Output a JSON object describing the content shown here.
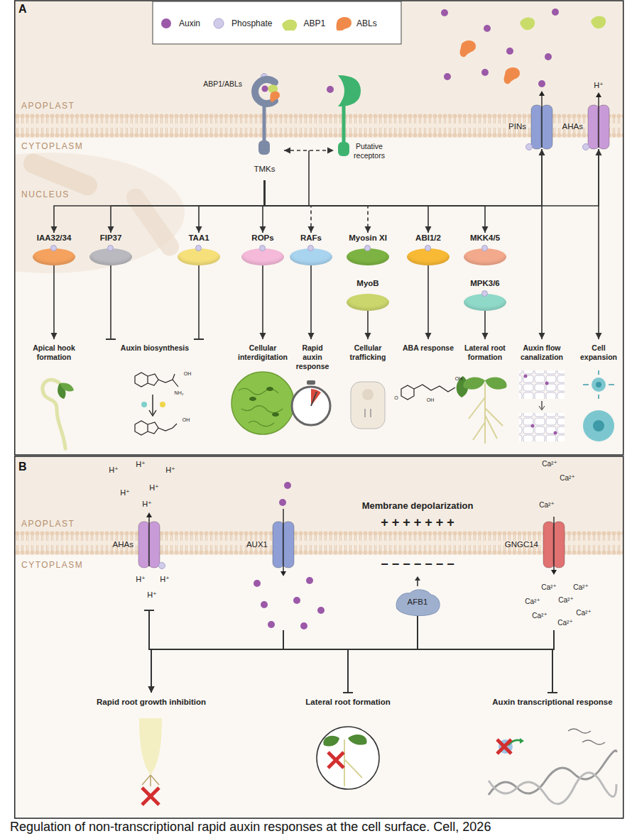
{
  "diagram": {
    "caption": "Regulation of non-transcriptional rapid auxin responses at the cell surface. Cell, 2026",
    "nodes": [
      {
        "text": [
          "TMKs"
        ]
      },
      {
        "text": [
          "Putative receptors"
        ]
      },
      {
        "text": [
          "PINs"
        ]
      },
      {
        "text": [
          "AHAs"
        ]
      },
      {
        "text": [
          "IAA32/34"
        ]
      },
      {
        "text": [
          "FIP37"
        ]
      },
      {
        "text": [
          "TAA1"
        ]
      },
      {
        "text": [
          "ROPs"
        ]
      },
      {
        "text": [
          "RAFs"
        ]
      },
      {
        "text": [
          "Myosin XI"
        ]
      },
      {
        "text": [
          "MyoB"
        ]
      },
      {
        "text": [
          "ABI1/2"
        ]
      },
      {
        "text": [
          "MKK4/5"
        ]
      },
      {
        "text": [
          "MPK3/6"
        ]
      },
      {
        "text": [
          "Apical hook formation"
        ]
      },
      {
        "text": [
          "Auxin biosynthesis"
        ]
      },
      {
        "text": [
          "Cellular interdigitation"
        ]
      },
      {
        "text": [
          "Rapid auxin response"
        ]
      },
      {
        "text": [
          "Cellular trafficking"
        ]
      },
      {
        "text": [
          "ABA response"
        ]
      },
      {
        "text": [
          "Lateral root formation"
        ]
      },
      {
        "text": [
          "Auxin flow canalization"
        ]
      },
      {
        "text": [
          "Cell expansion"
        ]
      },
      {
        "text": [
          "AHAs"
        ]
      },
      {
        "text": [
          "AUX1"
        ]
      },
      {
        "text": [
          "AFB1"
        ]
      },
      {
        "text": [
          "GNGC14"
        ]
      },
      {
        "text": [
          "Rapid root growth inhibition"
        ]
      },
      {
        "text": [
          "Lateral root formation"
        ]
      },
      {
        "text": [
          "Auxin transcriptional response"
        ]
      }
    ],
    "edges": [
      {
        "from": 0,
        "to": 1,
        "arrow": "both"
      },
      {
        "from": 0,
        "to": 4,
        "arrow": "to"
      },
      {
        "from": 0,
        "to": 5,
        "arrow": "to"
      },
      {
        "from": 0,
        "to": 6,
        "arrow": "to"
      },
      {
        "from": 0,
        "to": 7,
        "arrow": "to"
      },
      {
        "from": 0,
        "to": 8,
        "arrow": "to"
      },
      {
        "from": 0,
        "to": 9,
        "arrow": "to"
      },
      {
        "from": 0,
        "to": 11,
        "arrow": "to"
      },
      {
        "from": 0,
        "to": 12,
        "arrow": "to"
      },
      {
        "from": 0,
        "to": 2,
        "arrow": "to"
      },
      {
        "from": 0,
        "to": 3,
        "arrow": "to"
      },
      {
        "from": 4,
        "to": 14,
        "arrow": "to"
      },
      {
        "from": 5,
        "to": 15,
        "arrow": "to"
      },
      {
        "from": 6,
        "to": 15,
        "arrow": "to"
      },
      {
        "from": 7,
        "to": 16,
        "arrow": "to"
      },
      {
        "from": 8,
        "to": 17,
        "arrow": "to"
      },
      {
        "from": 10,
        "to": 18,
        "arrow": "to"
      },
      {
        "from": 11,
        "to": 19,
        "arrow": "to"
      },
      {
        "from": 13,
        "to": 20,
        "arrow": "to"
      },
      {
        "from": 2,
        "to": 21,
        "arrow": "to"
      },
      {
        "from": 3,
        "to": 22,
        "arrow": "to"
      },
      {
        "from": 24,
        "to": 23,
        "arrow": "to"
      },
      {
        "from": 24,
        "to": 27,
        "arrow": "to"
      },
      {
        "from": 24,
        "to": 28,
        "arrow": "to"
      },
      {
        "from": 24,
        "to": 29,
        "arrow": "to"
      },
      {
        "from": 25,
        "to": 23,
        "arrow": "to"
      },
      {
        "from": 25,
        "to": 27,
        "arrow": "to"
      },
      {
        "from": 25,
        "to": 28,
        "arrow": "to"
      },
      {
        "from": 25,
        "to": 29,
        "arrow": "to"
      },
      {
        "from": 26,
        "to": 23,
        "arrow": "to"
      },
      {
        "from": 26,
        "to": 27,
        "arrow": "to"
      },
      {
        "from": 26,
        "to": 28,
        "arrow": "to"
      },
      {
        "from": 26,
        "to": 29,
        "arrow": "to"
      }
    ],
    "labels": [
      "A",
      "APOPLAST",
      "CYTOPLASM",
      "NUCLEUS",
      "ABP1/ABLs",
      "H⁺",
      "B",
      "APOPLAST",
      "CYTOPLASM",
      "H⁺",
      "H⁺",
      "H⁺",
      "H⁺",
      "H⁺",
      "H⁺",
      "H⁺",
      "H⁺",
      "H⁺",
      "Membrane depolarization",
      "+ + + + + + +",
      "− − − − − − −",
      "Ca²⁺",
      "Ca²⁺",
      "Ca²⁺",
      "Ca²⁺",
      "Ca²⁺",
      "Ca²⁺",
      "Ca²⁺",
      "Ca²⁺",
      "Ca²⁺",
      "Ca²⁺",
      "NH₂",
      "OH",
      "OH",
      "O",
      "OH",
      "OH"
    ],
    "legend": [
      {
        "text": "Auxin",
        "color": "#9b59a8"
      },
      {
        "text": "Phosphate",
        "color": "#cfcbe9"
      },
      {
        "text": "ABP1",
        "color": "#c9dc6a"
      },
      {
        "text": "ABLs",
        "color": "#f08a4b"
      }
    ]
  }
}
